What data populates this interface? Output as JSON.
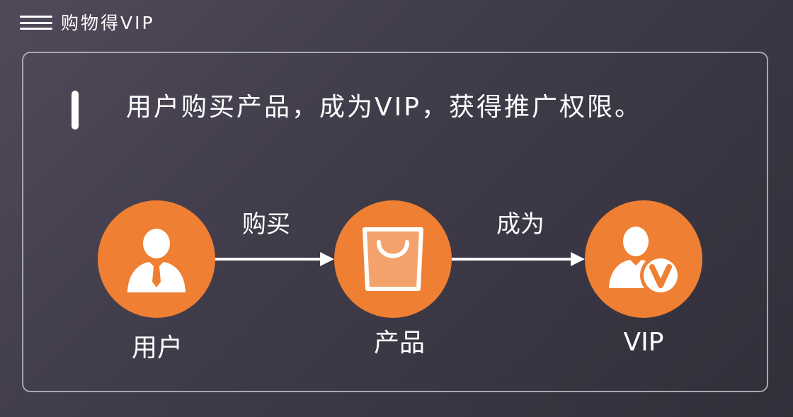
{
  "header": {
    "title": "购物得VIP"
  },
  "headline": "用户购买产品，成为VIP，获得推广权限。",
  "flow": {
    "nodes": [
      {
        "label": "用户",
        "icon": "user-icon"
      },
      {
        "label": "产品",
        "icon": "shopping-bag-icon"
      },
      {
        "label": "VIP",
        "icon": "vip-user-icon"
      }
    ],
    "arrows": [
      {
        "label": "购买"
      },
      {
        "label": "成为"
      }
    ]
  },
  "colors": {
    "node_fill": "#ef7f32",
    "icon": "#ffffff",
    "border": "#a9a7b0"
  }
}
